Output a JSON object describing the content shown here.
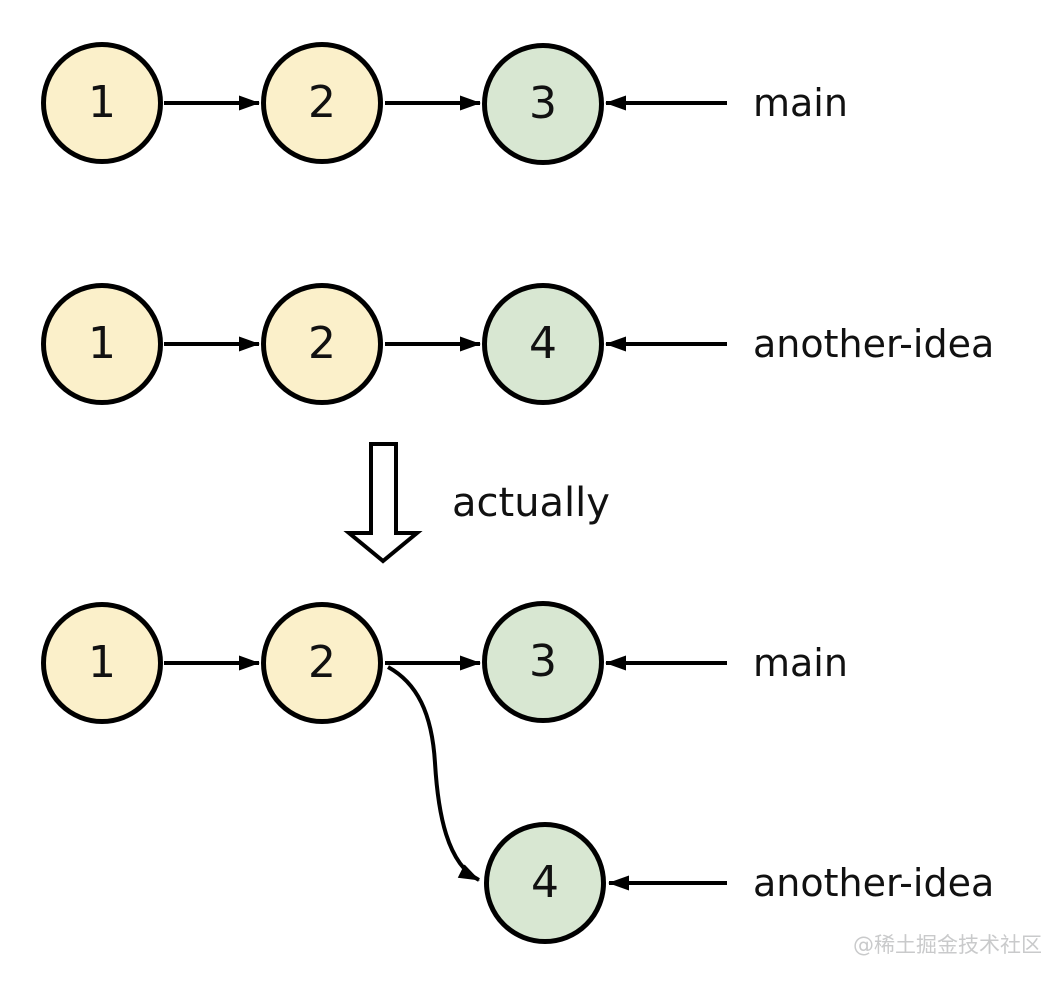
{
  "colors": {
    "background": "#FFFFFF",
    "stroke": "#000000",
    "text": "#111111",
    "commit_fill": "#FBF0CA",
    "head_fill": "#D8E7D2",
    "watermark_color": "#C9CACB"
  },
  "graphs": {
    "before_main": {
      "nodes": [
        "1",
        "2",
        "3"
      ],
      "branch": "main"
    },
    "before_another_idea": {
      "nodes": [
        "1",
        "2",
        "4"
      ],
      "branch": "another-idea"
    },
    "actual": {
      "top_nodes": [
        "1",
        "2",
        "3"
      ],
      "bottom_node": "4",
      "branch_main": "main",
      "branch_another_idea": "another-idea"
    }
  },
  "transition": {
    "label": "actually",
    "arrow_icon": "down-arrow"
  },
  "watermark": "@稀土掘金技术社区"
}
